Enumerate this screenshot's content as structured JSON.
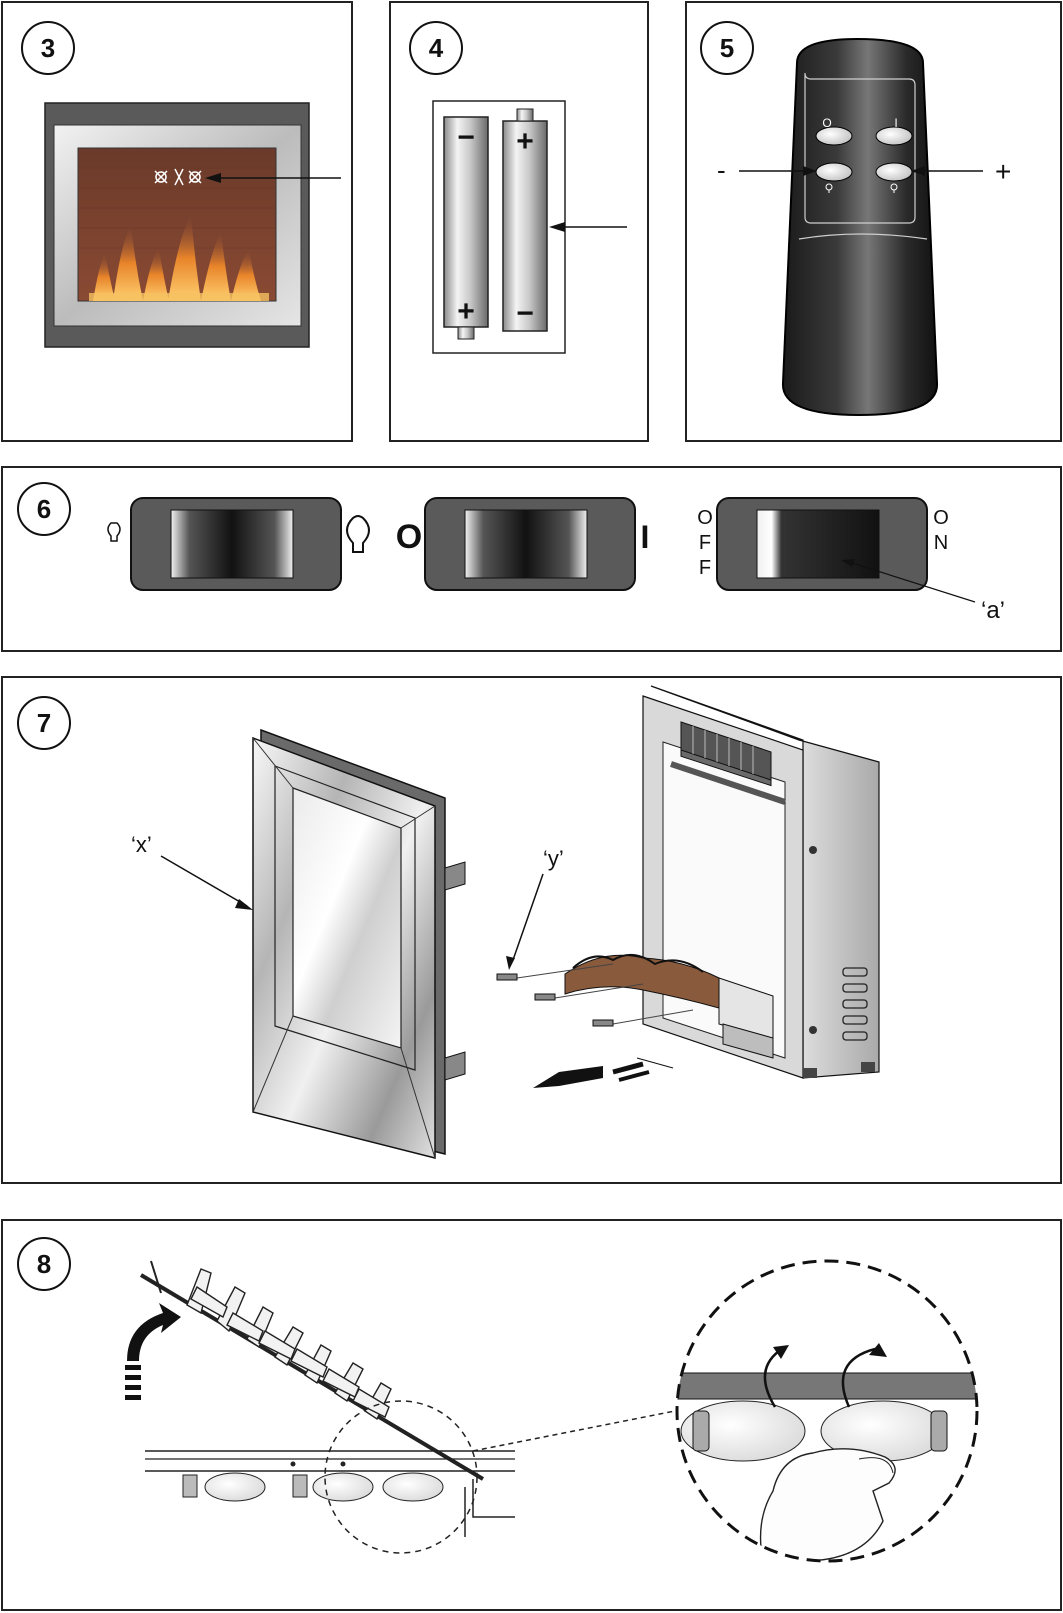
{
  "steps": [
    {
      "number": "3"
    },
    {
      "number": "4"
    },
    {
      "number": "5"
    },
    {
      "number": "6"
    },
    {
      "number": "7"
    },
    {
      "number": "8"
    }
  ],
  "battery": {
    "top_left_sign": "−",
    "top_right_sign": "+",
    "bottom_left_sign": "+",
    "bottom_right_sign": "−"
  },
  "remote": {
    "minus_label": "-",
    "plus_label": "+",
    "off_symbol": "O",
    "on_symbol": "I"
  },
  "switches": {
    "off_letters": [
      "O",
      "F",
      "F"
    ],
    "on_letters": [
      "O",
      "N"
    ],
    "power_off_symbol": "O",
    "power_on_symbol": "I",
    "callout_a": "‘a’"
  },
  "fireplace_parts": {
    "callout_x": "‘x’",
    "callout_y": "‘y’"
  }
}
